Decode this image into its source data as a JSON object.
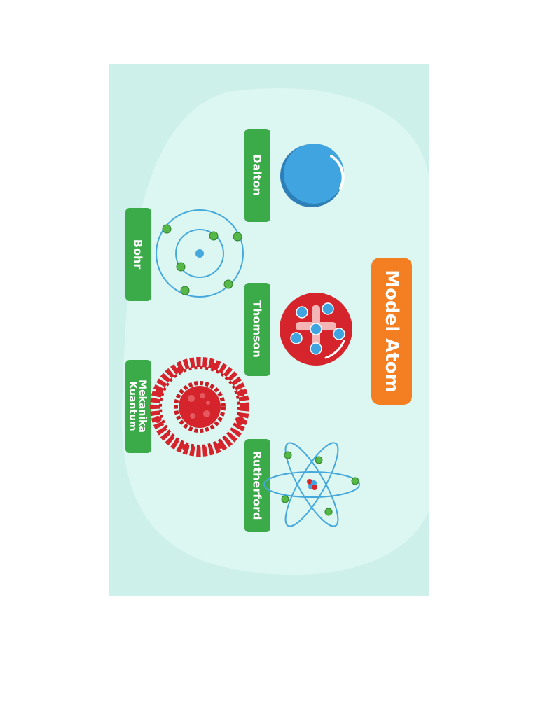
{
  "title": "Model Atom",
  "models": {
    "dalton": "Dalton",
    "bohr": "Bohr",
    "thomson": "Thomson",
    "mekanika_line1": "Mekanika",
    "mekanika_line2": "Kuantum",
    "rutherford": "Rutherford"
  },
  "colors": {
    "panel_bg": "#cdf0ea",
    "blob": "#dcf6f1",
    "label_green": "#3bab49",
    "title_orange": "#f37f22",
    "dalton_blue": "#3fa4df",
    "thomson_red": "#d6242c",
    "electron_green": "#55b847",
    "orbit_blue": "#45a9dd"
  }
}
